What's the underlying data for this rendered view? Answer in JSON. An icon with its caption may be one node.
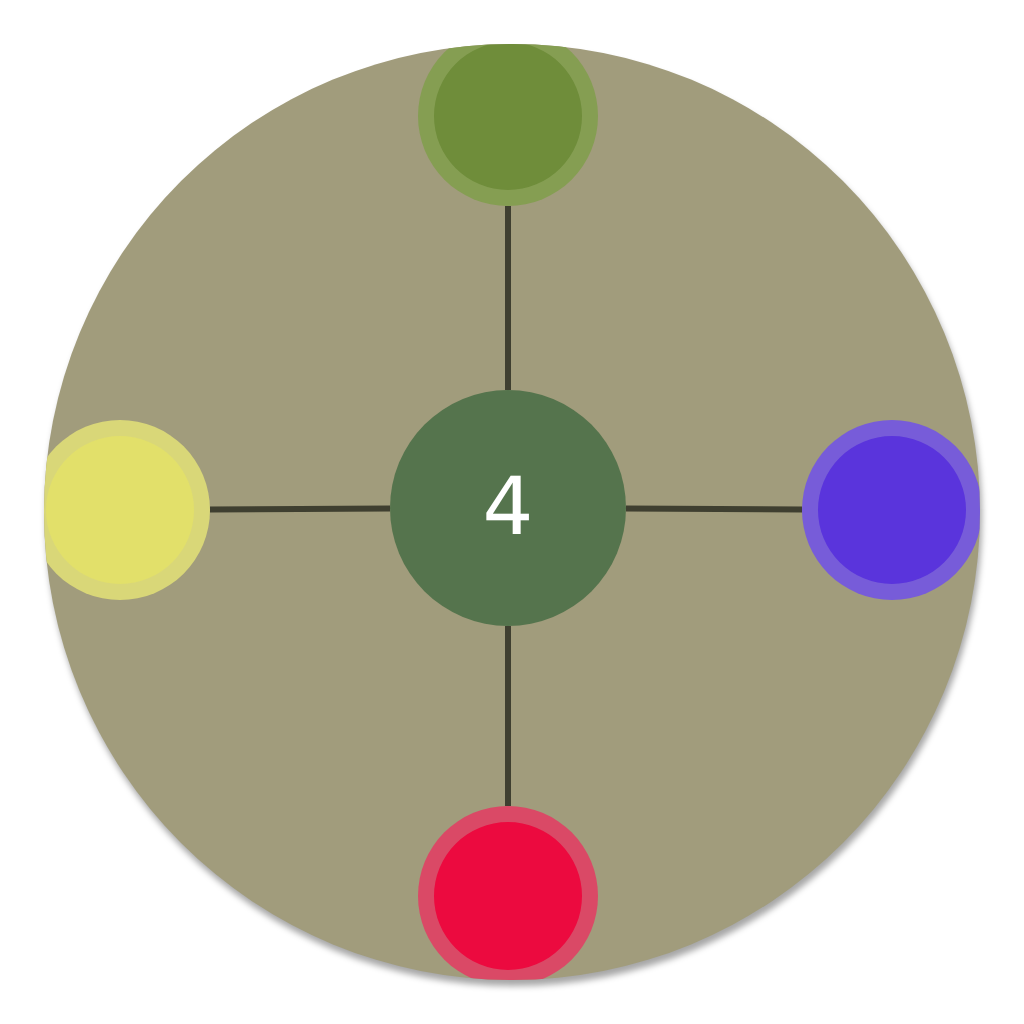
{
  "diagram": {
    "nodes": [
      {
        "text": [],
        "shape": "circle"
      },
      {
        "text": [],
        "shape": "circle",
        "in": 0
      },
      {
        "text": [],
        "shape": "circle",
        "in": 0
      },
      {
        "text": [
          "4"
        ],
        "in": 0
      },
      {
        "text": [],
        "shape": "circle",
        "in": 0
      },
      {
        "text": [],
        "shape": "circle",
        "in": 0
      }
    ],
    "edges": [
      {
        "from": 1,
        "to": 3,
        "arrow": "none"
      },
      {
        "from": 2,
        "to": 3,
        "arrow": "none"
      },
      {
        "from": 3,
        "to": 4,
        "arrow": "none"
      },
      {
        "from": 3,
        "to": 5,
        "arrow": "none"
      }
    ]
  }
}
